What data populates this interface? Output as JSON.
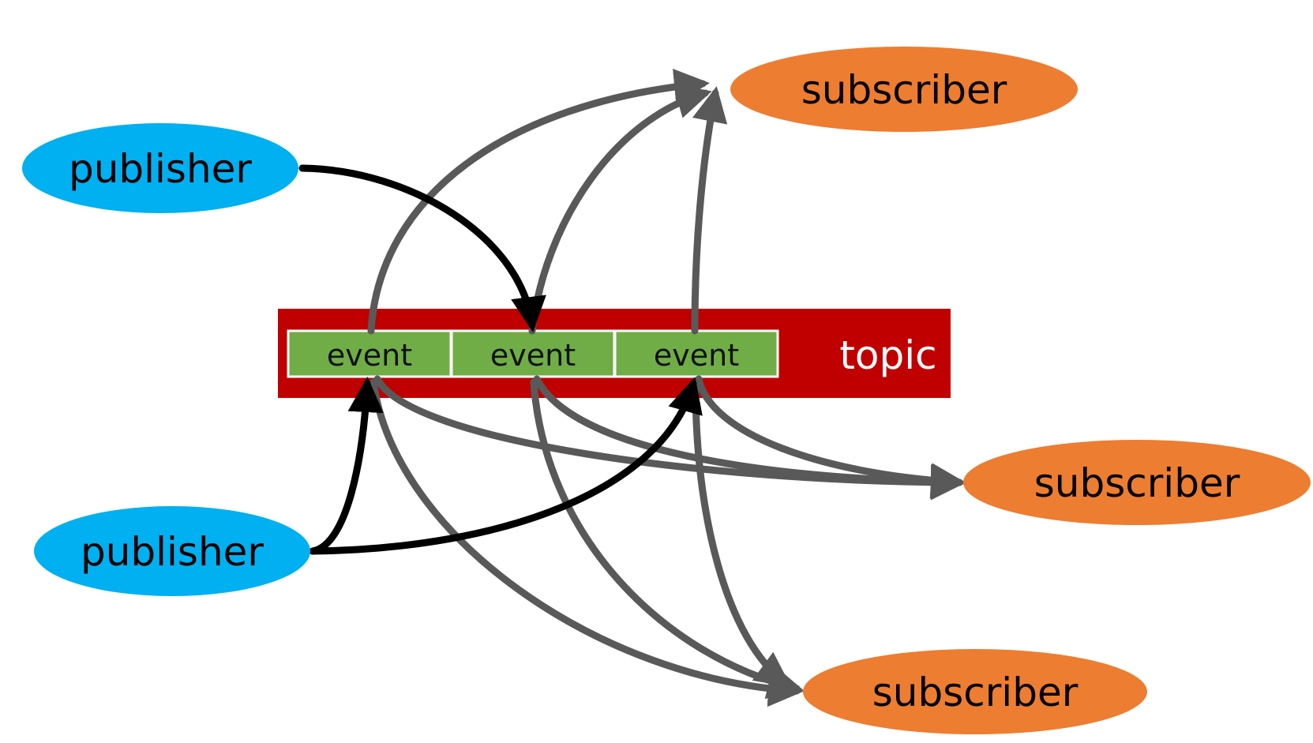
{
  "diagram": {
    "topic": {
      "label": "topic",
      "color": "#c00000"
    },
    "events": [
      {
        "label": "event"
      },
      {
        "label": "event"
      },
      {
        "label": "event"
      }
    ],
    "event_color": "#70ad47",
    "publishers": [
      {
        "label": "publisher"
      },
      {
        "label": "publisher"
      }
    ],
    "publisher_color": "#00b0f0",
    "subscribers": [
      {
        "label": "subscriber"
      },
      {
        "label": "subscriber"
      },
      {
        "label": "subscriber"
      }
    ],
    "subscriber_color": "#ed7d31",
    "publish_arrow_color": "#000000",
    "deliver_arrow_color": "#595959"
  }
}
